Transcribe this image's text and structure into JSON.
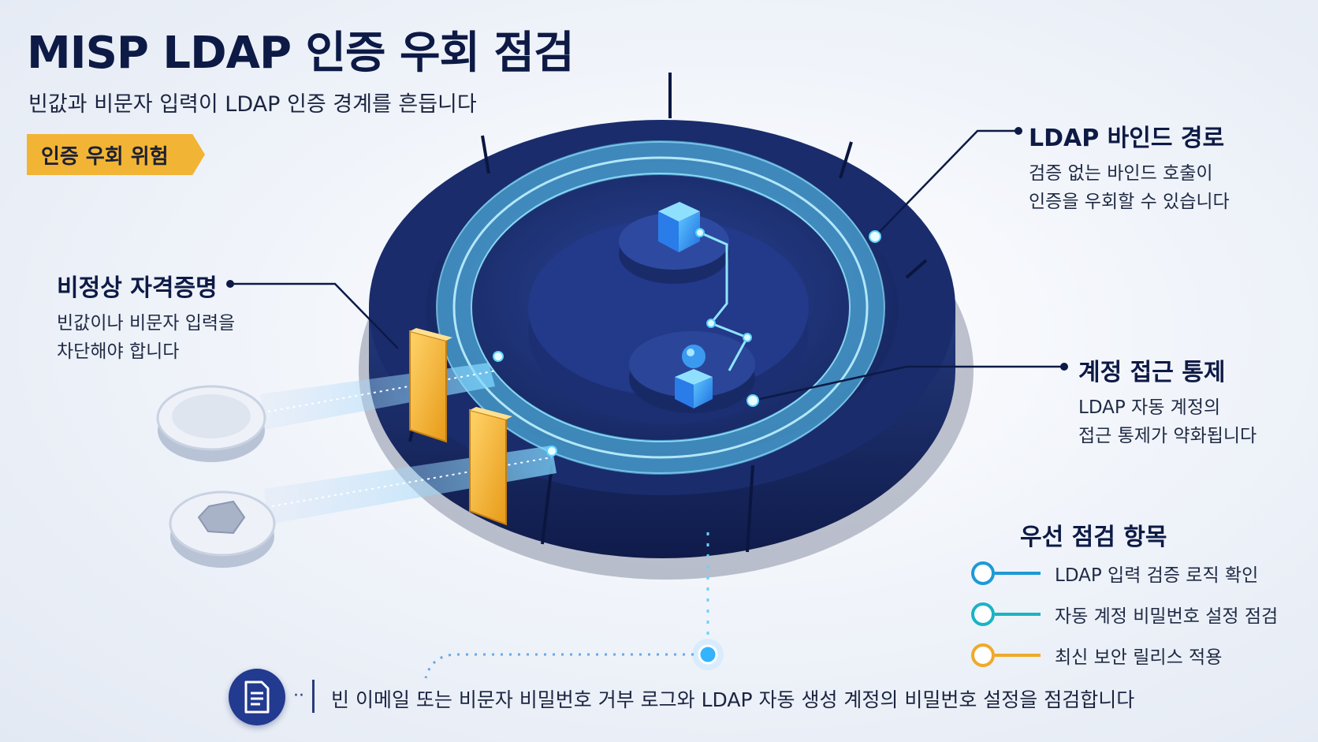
{
  "header": {
    "title": "MISP LDAP 인증 우회 점검",
    "subtitle": "빈값과 비문자 입력이 LDAP 인증 경계를 흔듭니다",
    "badge": "인증 우회 위험"
  },
  "callouts": {
    "bind_path": {
      "title": "LDAP 바인드 경로",
      "desc": [
        "검증 없는 바인드 호출이",
        "인증을 우회할 수 있습니다"
      ]
    },
    "abnormal_credentials": {
      "title": "비정상 자격증명",
      "desc": [
        "빈값이나 비문자 입력을",
        "차단해야 합니다"
      ]
    },
    "account_access": {
      "title": "계정 접근 통제",
      "desc": [
        "LDAP 자동 계정의",
        "접근 통제가 약화됩니다"
      ]
    }
  },
  "priority_checks": {
    "title": "우선 점검 항목",
    "items": [
      {
        "label": "LDAP 입력 검증 로직 확인",
        "color": "#1e9ad6"
      },
      {
        "label": "자동 계정 비밀번호 설정 점검",
        "color": "#1bb3c4"
      },
      {
        "label": "최신 보안 릴리스 적용",
        "color": "#f0a92a"
      }
    ]
  },
  "footer": {
    "icon": "document-icon",
    "text": "빈 이메일 또는 비문자 비밀번호 거부 로그와 LDAP 자동 생성 계정의 비밀번호 설정을 점검합니다"
  },
  "colors": {
    "navy": "#0d1a45",
    "wall": "#1b2d6b",
    "glow": "#38c6ff",
    "accent": "#f2b434"
  }
}
